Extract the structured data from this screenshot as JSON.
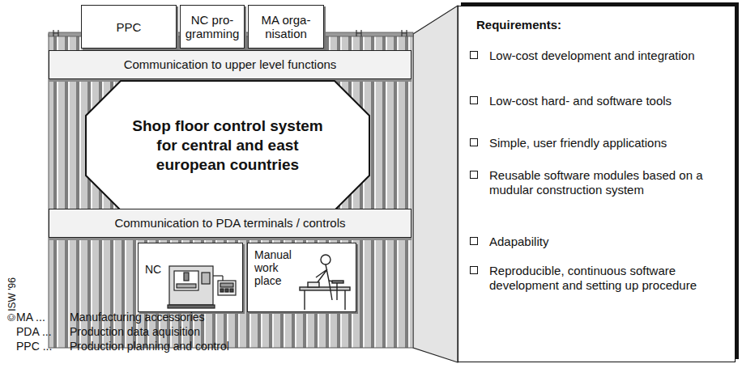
{
  "diagram": {
    "nodes": [
      {
        "text": [
          "PPC"
        ]
      },
      {
        "text": [
          "NC pro- gramming"
        ]
      },
      {
        "text": [
          "MA orga- nisation"
        ]
      },
      {
        "text": [
          "Communication to upper level functions"
        ]
      },
      {
        "text": [
          "Shop floor control system for central and east european countries"
        ]
      },
      {
        "text": [
          "Communication to PDA terminals / controls"
        ]
      },
      {
        "text": [
          "NC"
        ]
      },
      {
        "text": [
          "Manual work place"
        ]
      },
      {
        "text": [
          "Requirements:",
          "Low-cost development and integration",
          "Low-cost hard- and software tools",
          "Simple, user friendly applications",
          "Reusable software modules based on a mudular construction system",
          "Adapability",
          "Reproducible, continuous software development and setting up procedure"
        ]
      }
    ],
    "labels": [
      "MA ...",
      "Manufacturing accessories",
      "PDA ...",
      "Production data aquisition",
      "PPC ...",
      "Production planning and control",
      "© ISW '96"
    ]
  }
}
